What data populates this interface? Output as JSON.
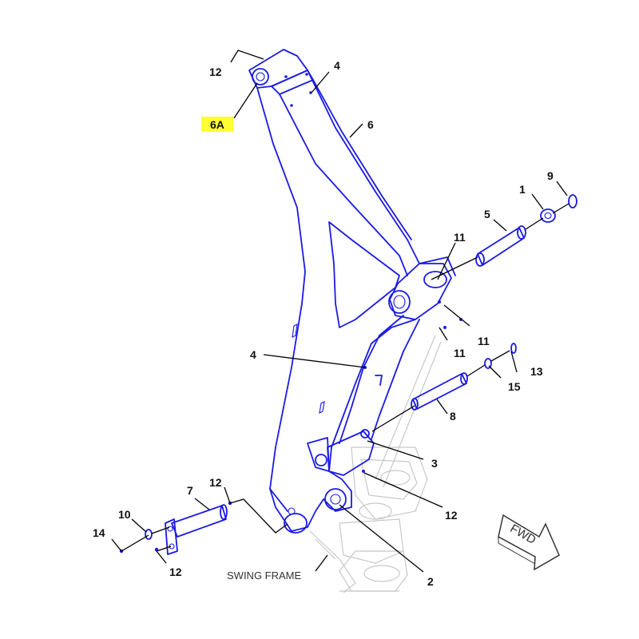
{
  "colors": {
    "part": "#1a1ae6",
    "highlight": "#ffff33",
    "ghost": "#c8c8c8",
    "leader": "#000000"
  },
  "callouts": {
    "c12_top": "12",
    "c6a": "6A",
    "c4_top": "4",
    "c6": "6",
    "c9": "9",
    "c1": "1",
    "c5": "5",
    "c11_a": "11",
    "c11_b": "11",
    "c11_c": "11",
    "c4_mid": "4",
    "c13": "13",
    "c15": "15",
    "c8": "8",
    "c3": "3",
    "c12_mid": "12",
    "c7": "7",
    "c12_left": "12",
    "c10": "10",
    "c14": "14",
    "c12_bottom": "12",
    "c2": "2"
  },
  "swing_frame_label": "SWING FRAME",
  "fwd_label": "FWD",
  "icons": {
    "direction": "fwd-arrow-icon"
  }
}
